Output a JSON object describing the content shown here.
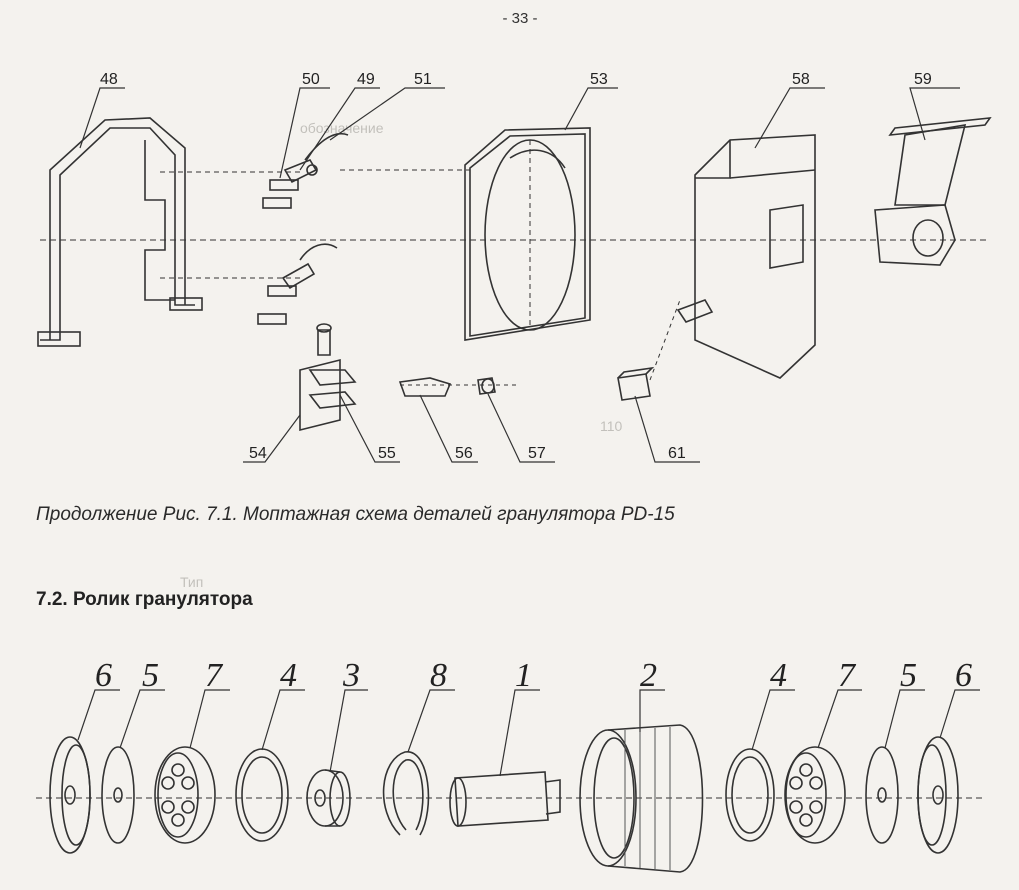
{
  "page_number": "- 33 -",
  "figure1": {
    "labels": [
      "48",
      "50",
      "49",
      "51",
      "53",
      "58",
      "59",
      "54",
      "55",
      "56",
      "57",
      "61"
    ]
  },
  "caption": "Продолжение Рис. 7.1. Моптажная схема деталей гранулятора PD-15",
  "section_title": "7.2. Ролик гранулятора",
  "figure2": {
    "labels": [
      "6",
      "5",
      "7",
      "4",
      "3",
      "8",
      "1",
      "2",
      "4",
      "7",
      "5",
      "6"
    ]
  },
  "bleed_text": {
    "line1": "обозначение",
    "line2": "110",
    "line3": "Тип"
  }
}
